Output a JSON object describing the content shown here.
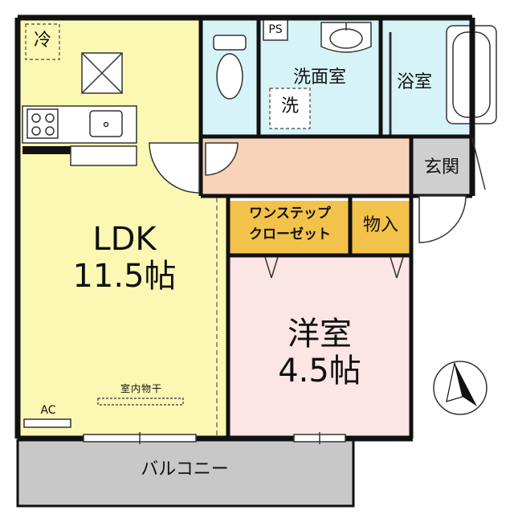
{
  "rooms": {
    "ldk": {
      "name": "LDK",
      "size": "11.5帖"
    },
    "western": {
      "name": "洋室",
      "size": "4.5帖"
    },
    "washroom": {
      "name": "洗面室"
    },
    "bath": {
      "name": "浴室"
    },
    "entrance": {
      "name": "玄関"
    },
    "closet": {
      "line1": "ワンステップ",
      "line2": "クローゼット"
    },
    "storage": {
      "name": "物入"
    },
    "balcony": {
      "name": "バルコニー"
    }
  },
  "symbols": {
    "fridge": "冷",
    "washer": "洗",
    "ps": "PS",
    "ac": "AC",
    "indoor_drying": "室内物干"
  },
  "colors": {
    "ldk": "#fbf8b3",
    "western": "#fbe5e5",
    "wet_area": "#d6f4f8",
    "hall": "#f8d3ba",
    "closet": "#f3c24a",
    "entrance": "#cfcfcf",
    "balcony": "#c8c8c8",
    "wall": "#111111"
  },
  "icons": {
    "north_arrow": "north-arrow-icon",
    "stove": "stove-icon",
    "sink": "kitchen-sink-icon"
  }
}
